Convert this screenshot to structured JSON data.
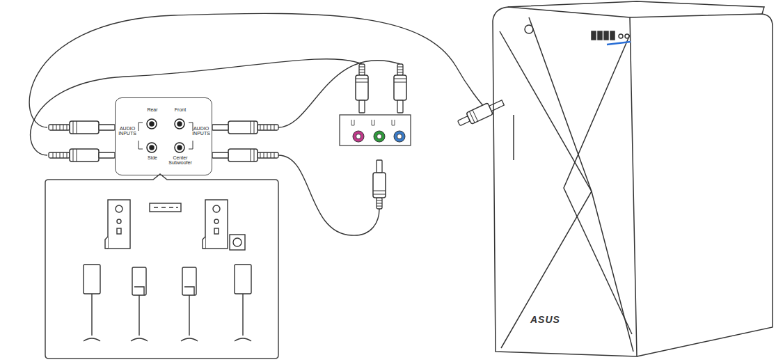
{
  "diagram": {
    "nodes": [
      {
        "text": [
          "Rear",
          "Front",
          "AUDIO INPUTS",
          "AUDIO INPUTS",
          "Side",
          "Center Subwoofer"
        ]
      },
      {
        "text": [
          "ASUS"
        ]
      }
    ]
  }
}
